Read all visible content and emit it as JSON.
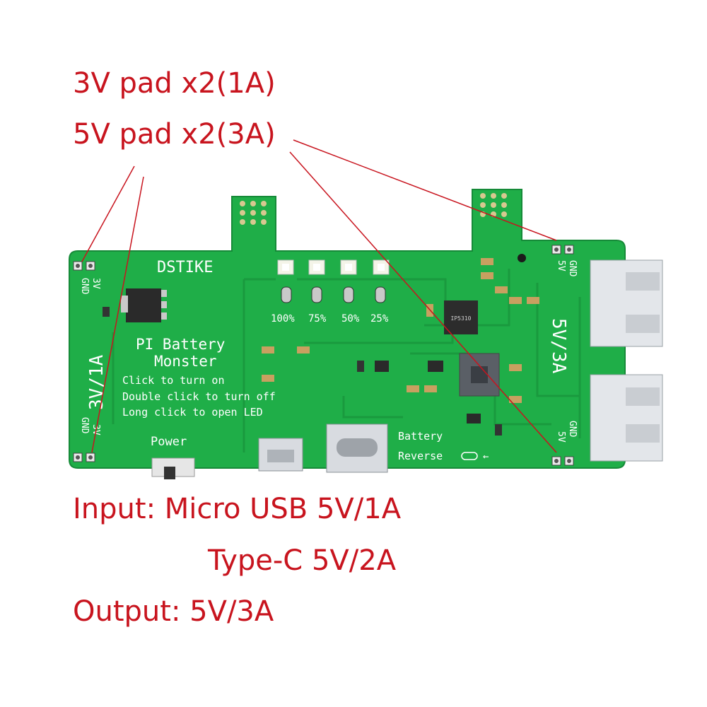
{
  "callouts": {
    "pad_3v": "3V pad x2(1A)",
    "pad_5v": "5V pad x2(3A)",
    "input_micro": "Input: Micro USB 5V/1A",
    "input_typec": "Type-C  5V/2A",
    "output": "Output: 5V/3A"
  },
  "board": {
    "brand": "DSTIKE",
    "title_line1": "PI Battery",
    "title_line2": "Monster",
    "instr_line1": "Click to turn on",
    "instr_line2": "Double click to turn off",
    "instr_line3": "Long click to open LED",
    "power_label": "Power",
    "led_levels": [
      "100%",
      "75%",
      "50%",
      "25%"
    ],
    "left_rating": "3V/1A",
    "right_rating": "5V/3A",
    "pad_3v_top": "3V",
    "pad_gnd_top": "GND",
    "pad_3v_bottom": "3V",
    "pad_gnd_bottom": "GND",
    "pad_5v_top": "5V",
    "pad_gnd_right_top": "GND",
    "pad_5v_bottom": "5V",
    "pad_gnd_right_bottom": "GND",
    "battery_label": "Battery",
    "reverse_label": "Reverse",
    "ic_label": "IP5310"
  },
  "colors": {
    "callout_text": "#c8141e",
    "pcb": "#21b24a",
    "silkscreen": "#ffffff"
  }
}
